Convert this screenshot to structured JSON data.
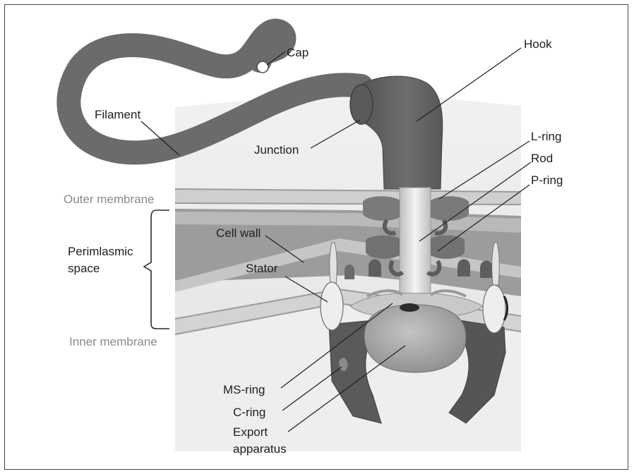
{
  "labels": {
    "cap": "Cap",
    "hook": "Hook",
    "filament": "Filament",
    "junction": "Junction",
    "l_ring": "L-ring",
    "rod": "Rod",
    "p_ring": "P-ring",
    "outer_membrane": "Outer membrane",
    "periplasmic_space_line1": "Perimlasmic",
    "periplasmic_space_line2": "space",
    "cell_wall": "Cell wall",
    "stator": "Stator",
    "inner_membrane": "Inner membrane",
    "ms_ring": "MS-ring",
    "c_ring": "C-ring",
    "export_apparatus_line1": "Export",
    "export_apparatus_line2": "apparatus"
  },
  "colors": {
    "flagellum": "#6b6b6b",
    "hook": "#5f5f5f",
    "rod": "#d8d8d8",
    "rings": "#7a7a7a",
    "membrane_light": "#e6e6e6",
    "membrane_band": "#b0b0b0",
    "c_ring": "#5a5a5a",
    "stator": "#eeeeee"
  }
}
